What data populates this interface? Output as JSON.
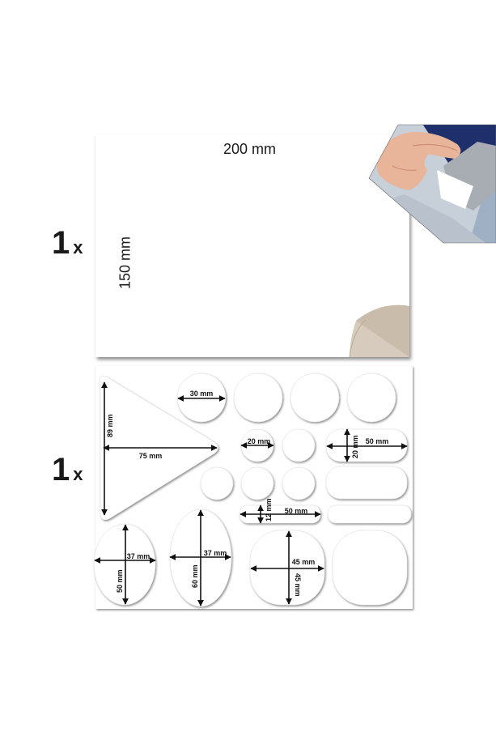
{
  "sheet_full": {
    "quantity": "1",
    "multiplier": "x",
    "width_label": "200 mm",
    "height_label": "150 mm"
  },
  "sheet_shapes": {
    "quantity": "1",
    "multiplier": "x",
    "labels": {
      "triangle_height": "89 mm",
      "triangle_width": "75 mm",
      "circle_large": "30 mm",
      "circle_small": "20 mm",
      "square_small_h": "20 mm",
      "rect_large_w": "50 mm",
      "strip_h": "12 mm",
      "strip_w": "50 mm",
      "oval_small_w": "37 mm",
      "oval_small_h": "50 mm",
      "oval_large_w": "37 mm",
      "oval_large_h": "60 mm",
      "round_square_w": "45 mm",
      "round_square_h": "45 mm"
    }
  }
}
